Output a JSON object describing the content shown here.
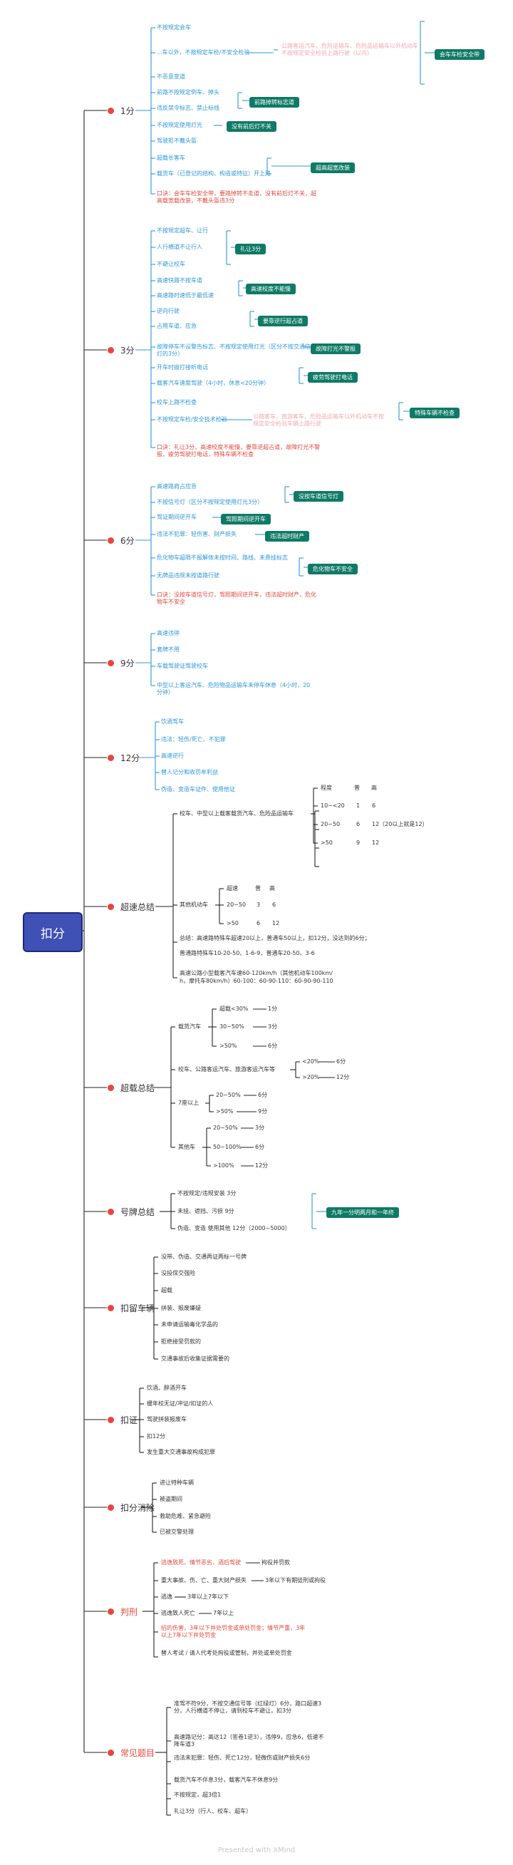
{
  "root": "扣分",
  "footer": "Presented with XMind",
  "cat1": {
    "label": "1分",
    "items": [
      "不按规定会车",
      "...车以外，不按规定车检/不安全检验",
      "不恶意变道",
      "前路不按规定倒车、掉头",
      "违反禁令标志、禁止标线",
      "不按规定使用灯光",
      "驾驶拒不戴头盔",
      "超载长客车",
      "载货车（已登记的结构、构造或特征）开上路",
      "口诀：会车车检安全带，要路掉转不走道，没有前后灯不关，超高载宽载改装，不戴头盔违3分"
    ],
    "pinkNote": "公路客运汽车、危险运输车、危险品运输车以外机动车不按规定安全检验上路行驶（以内）",
    "tags": [
      "会车车检安全带",
      "前路掉转标志道",
      "没有前后灯不关",
      "超高超宽改装"
    ]
  },
  "cat3": {
    "label": "3分",
    "items": [
      "不按规定超车、让行",
      "人行横道不让行人",
      "不避让校车",
      "高速快路不按车道",
      "高速路时速低于最低速",
      "逆向行驶",
      "占用车道、应急",
      "故障停车不设警告标志、不按规定使用灯光（区分不按交通信号灯的3分）",
      "开车时拨打接听电话",
      "载客汽车速度驾驶（4小时，休息<20分钟）",
      "校车上路不检查",
      "不按规定车检/安全技术检验",
      "口诀：礼让3分，高速校度不能慢，要靠逆超占道，故障打光不警报，疲劳驾驶打电话，特殊车辆不检查"
    ],
    "pinkNote": "公路客车、旅游客车、危险品运输车以外机动车不按规定安全检验车辆上路行驶",
    "tags": [
      "礼让3分",
      "高速校度不能慢",
      "要靠逆行超占道",
      "故障打光不警报",
      "疲劳驾驶打电话",
      "特殊车辆不检查"
    ]
  },
  "cat6": {
    "label": "6分",
    "items": [
      "高速路肩占应急",
      "不按信号灯（区分不按规定使用灯光3分）",
      "驾证期间逆开车",
      "违法不犯罪：轻伤害、财产损失",
      "危化物车超限不报解体未按时间、路线、未悬挂标志",
      "无牌品违规未按道路行驶",
      "口诀：没按车道信号灯，驾照期间逆开车，违法超时财产，危化物车不安全"
    ],
    "tags": [
      "没按车道信号灯",
      "驾照期间逆开车",
      "违法超时财产",
      "危化物车不安全"
    ]
  },
  "cat9": {
    "label": "9分",
    "items": [
      "高速违停",
      "套牌不用",
      "车载驾驶证驾驶校车",
      "中型以上客运汽车、危险物品运输车未停车休息（4小时，20分钟）"
    ]
  },
  "cat12": {
    "label": "12分",
    "items": [
      "饮酒驾车",
      "违法：轻伤/死亡、不犯罪",
      "高速逆行",
      "替人记分和收罚牟利益",
      "伪造、变造车证件、使用他证"
    ]
  },
  "speed": {
    "label": "超速总结",
    "heavy": "校车、中型以上载客载货汽车、危险品运输车",
    "heavyHead": [
      "程度",
      "普",
      "高"
    ],
    "heavyRows": [
      [
        "10~<20",
        "1",
        "6"
      ],
      [
        "20~50",
        "6",
        "12（20以上就是12）"
      ],
      [
        ">50",
        "9",
        "12"
      ]
    ],
    "other": "其他机动车",
    "otherHead": [
      "超速",
      "普",
      "高"
    ],
    "otherRows": [
      [
        "20~50",
        "3",
        "6"
      ],
      [
        ">50",
        "6",
        "12"
      ]
    ],
    "note1": "总结：高速路特殊车超速20以上，普通车50以上，扣12分，没达到的6分；",
    "note1b": "普通路特殊车10-20-50、1-6-9，普通车20-50、3-6",
    "note2": "高速公路小型载客汽车速60-120km/h（其他机动车100km/",
    "note2b": "h，摩托车80km/h）60-100：60-90-110：60-90-90-110"
  },
  "load": {
    "label": "超载总结",
    "truck": "载货汽车",
    "truckRows": [
      [
        "超载<30%",
        "1分"
      ],
      [
        "30~50%",
        "3分"
      ],
      [
        ">50%",
        "6分"
      ]
    ],
    "bus": "校车、公路客运汽车、旅游客运汽车等",
    "busRows": [
      [
        "<20%",
        "6分"
      ],
      [
        ">20%",
        "12分"
      ]
    ],
    "seven": "7座以上",
    "sevenRows": [
      [
        "20~50%",
        "6分"
      ],
      [
        ">50%",
        "9分"
      ]
    ],
    "other": "其他车",
    "otherRows": [
      [
        "20~50%",
        "3分"
      ],
      [
        "50~100%",
        "6分"
      ],
      [
        ">100%",
        "12分"
      ]
    ]
  },
  "plate": {
    "label": "号牌总结",
    "items": [
      "不按规定/违规安装  3分",
      "未挂、遮挡、污损  9分",
      "伪造、变造  使用其他 12分（2000~5000）"
    ],
    "tag": "九年一分明两月和一年终"
  },
  "detain": {
    "label": "扣留车辆",
    "items": [
      "没带、伪造、交通再证两标一号牌",
      "没投保交强险",
      "超载",
      "拼装、报废嫌疑",
      "未申请运输毒化学品的",
      "拒绝接受罚款的",
      "交通事故后收集证据需要的"
    ]
  },
  "license": {
    "label": "扣证",
    "items": [
      "饮酒、醉酒开车",
      "缓年校无证/冲证/扣证的人",
      "驾驶拼装报废车",
      "扣12分",
      "发生重大交通事故构成犯罪"
    ]
  },
  "clear": {
    "label": "扣分消除",
    "items": [
      "进让特种车辆",
      "被盗期间",
      "救助危难、紧急避险",
      "已被交警处理"
    ]
  },
  "penalty": {
    "label": "判刑",
    "redItem": "逃逸致死、情节恶劣、酒后驾驶",
    "redArrow": "拘役并罚款",
    "row2": "重大事故、伤、亡、重大财产损失",
    "row2Arrow": "3年以下有期徒刑或拘役",
    "row3": "逃逸",
    "row3Arrow": "3年以上7年以下",
    "row4": "逃逸致人死亡",
    "row4Arrow": "7年以上",
    "redNote": "招的伤害，3年以下并处罚金或单处罚金；情节严重，3年以上7年以下并处罚金",
    "last": "替人考试 / 请人代考处拘役或管制，并处或单处罚金"
  },
  "faq": {
    "label": "常见题目",
    "items": [
      "准驾不符9分，不按交通信号等（红绿灯）6分，路口超速3分，人行横道不停让，请到校车不避让，扣3分",
      "高速路记分：高达12（答卷1逆3），违停9，应急6，低速不降车道3",
      "违法未犯罪：轻伤、死亡12分，轻微伤或财产损失6分",
      "载货汽车不伴息3分，载客汽车不休息9分",
      "不按规定，超3倍1",
      "礼让3分（行人、校车、超车）"
    ]
  }
}
